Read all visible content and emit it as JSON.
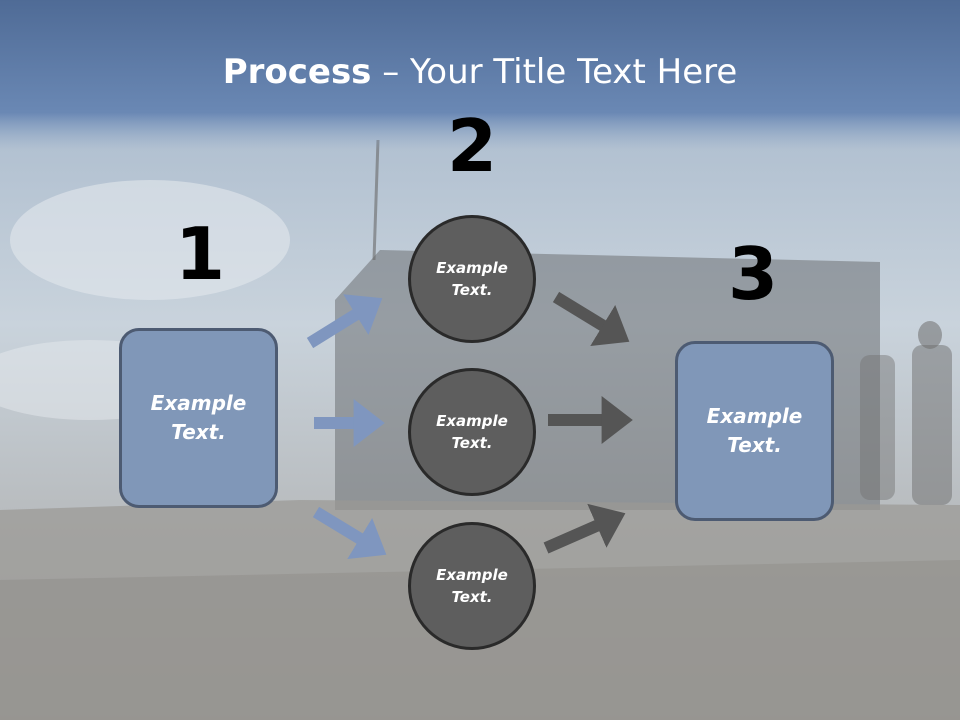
{
  "title": {
    "bold": "Process",
    "rest": " – Your Title Text Here"
  },
  "steps": {
    "one": "1",
    "two": "2",
    "three": "3"
  },
  "left_box": "Example\nText.",
  "right_box": "Example\nText.",
  "circles": [
    "Example\nText.",
    "Example\nText.",
    "Example\nText."
  ],
  "colors": {
    "box_fill": "#8097b8",
    "circle_fill": "#5e5e5e",
    "arrow_blue": "#7f96bf",
    "arrow_gray": "#555555",
    "title_band": "#5a78a6"
  }
}
